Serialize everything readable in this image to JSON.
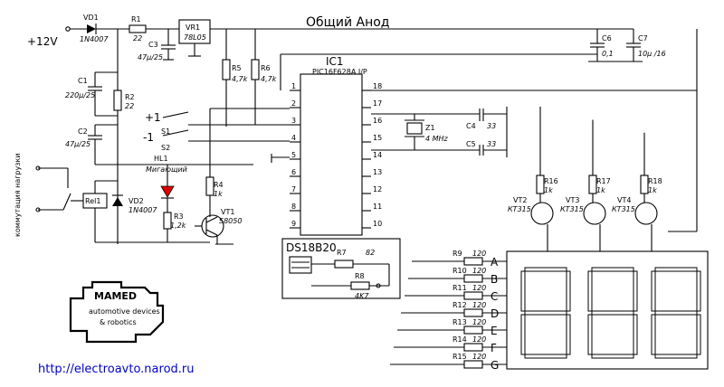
{
  "title": "Общий Анод",
  "supply": "+12V",
  "url": "http://electroavto.narod.ru",
  "logo": {
    "name": "MAMED",
    "line1": "automotive devices",
    "line2": "& robotics"
  },
  "load_label": "коммутация нагрузки",
  "parts": {
    "vd1": {
      "ref": "VD1",
      "val": "1N4007"
    },
    "r1": {
      "ref": "R1",
      "val": "22"
    },
    "vr1": {
      "ref": "VR1",
      "val": "78L05"
    },
    "c3": {
      "ref": "C3",
      "val": "47µ/25"
    },
    "r5": {
      "ref": "R5",
      "val": "4,7k"
    },
    "r6": {
      "ref": "R6",
      "val": "4,7k"
    },
    "c1": {
      "ref": "C1",
      "val": "220µ/25"
    },
    "r2": {
      "ref": "R2",
      "val": "22"
    },
    "c2": {
      "ref": "C2",
      "val": "47µ/25"
    },
    "rel1": {
      "ref": "Rel1"
    },
    "vd2": {
      "ref": "VD2",
      "val": "1N4007"
    },
    "hl1": {
      "ref": "HL1",
      "val": "Мигающий"
    },
    "r4": {
      "ref": "R4",
      "val": "1k"
    },
    "r3": {
      "ref": "R3",
      "val": "1,2k"
    },
    "vt1": {
      "ref": "VT1",
      "val": "S8050"
    },
    "ic1": {
      "ref": "IC1",
      "val": "PIC16F628A I/P"
    },
    "z1": {
      "ref": "Z1",
      "val": "4 MHz"
    },
    "c4": {
      "ref": "C4",
      "val": "33"
    },
    "c5": {
      "ref": "C5",
      "val": "33"
    },
    "c6": {
      "ref": "C6",
      "val": "0,1"
    },
    "c7": {
      "ref": "C7",
      "val": "10µ /16"
    },
    "r16": {
      "ref": "R16",
      "val": "1k"
    },
    "r17": {
      "ref": "R17",
      "val": "1k"
    },
    "r18": {
      "ref": "R18",
      "val": "1k"
    },
    "vt2": {
      "ref": "VT2",
      "val": "КТ315"
    },
    "vt3": {
      "ref": "VT3",
      "val": "КТ315"
    },
    "vt4": {
      "ref": "VT4",
      "val": "КТ315"
    },
    "ds": {
      "ref": "DS18B20"
    },
    "r7": {
      "ref": "R7",
      "val": "82"
    },
    "r8": {
      "ref": "R8",
      "val": "4K7"
    }
  },
  "switch": {
    "s1": "S1",
    "s2": "S2",
    "plus1": "+1",
    "minus1": "-1"
  },
  "ic_pins_left": [
    "1",
    "2",
    "3",
    "4",
    "5",
    "6",
    "7",
    "8",
    "9"
  ],
  "ic_pins_right": [
    "18",
    "17",
    "16",
    "15",
    "14",
    "13",
    "12",
    "11",
    "10"
  ],
  "segment_resistors": [
    {
      "ref": "R9",
      "val": "120",
      "seg": "A"
    },
    {
      "ref": "R10",
      "val": "120",
      "seg": "B"
    },
    {
      "ref": "R11",
      "val": "120",
      "seg": "C"
    },
    {
      "ref": "R12",
      "val": "120",
      "seg": "D"
    },
    {
      "ref": "R13",
      "val": "120",
      "seg": "E"
    },
    {
      "ref": "R14",
      "val": "120",
      "seg": "F"
    },
    {
      "ref": "R15",
      "val": "120",
      "seg": "G"
    }
  ],
  "colors": {
    "led": "#e00000",
    "link": "#0000cc",
    "wire": "#000000"
  }
}
